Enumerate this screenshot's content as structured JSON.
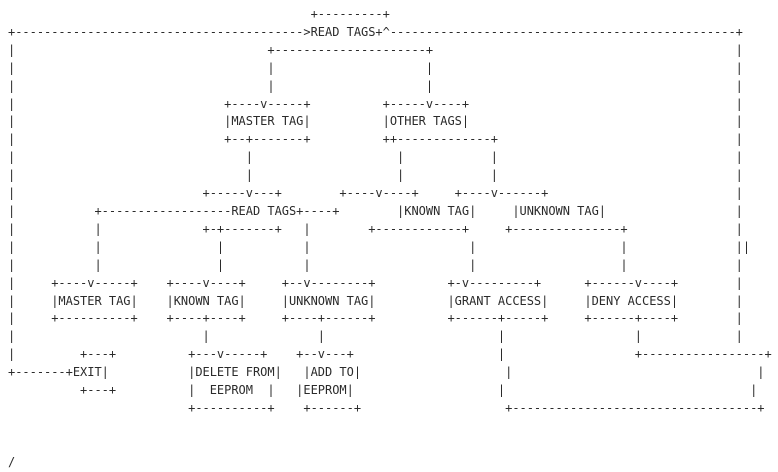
{
  "diagram": {
    "ascii_lines": [
      "                                          +---------+",
      "+---------------------------------------->READ TAGS+^------------------------------------------------+",
      "|                                   +---------------------+                                          |",
      "|                                   |                     |                                          |",
      "|                                   |                     |                                          |",
      "|                             +----v-----+          +-----v----+                                     |",
      "|                             |MASTER TAG|          |OTHER TAGS|                                     |",
      "|                             +--+-------+          ++-------------+                                 |",
      "|                                |                    |            |                                 |",
      "|                                |                    |            |                                 |",
      "|                          +-----v---+        +----v----+     +----v------+                          |",
      "|           +------------------READ TAGS+----+        |KNOWN TAG|     |UNKNOWN TAG|                  |",
      "|           |              +-+-------+   |        +------------+     +---------------+               |",
      "|           |                |           |                      |                    |               ||",
      "|           |                |           |                      |                    |               |",
      "|     +----v-----+    +----v----+     +--v--------+          +-v---------+      +------v----+        |",
      "|     |MASTER TAG|    |KNOWN TAG|     |UNKNOWN TAG|          |GRANT ACCESS|     |DENY ACCESS|        |",
      "|     +----------+    +----+----+     +----+------+          +------+-----+     +------+----+        |",
      "|                          |               |                        |                  |             |",
      "|         +---+          +---v-----+    +--v---+                    |                  +-----------------+",
      "+-------+EXIT|           |DELETE FROM|   |ADD TO|                    |                                  |",
      "          +---+          |  EEPROM  |   |EEPROM|                    |                                  |",
      "                         +----------+    +------+                    +----------------------------------+",
      "",
      "",
      "/"
    ],
    "labels": {
      "read_tags_top": "READ TAGS",
      "master_tag_top": "MASTER TAG",
      "other_tags": "OTHER TAGS",
      "read_tags_mid": "READ TAGS",
      "known_tag_mid": "KNOWN TAG",
      "unknown_tag_mid": "UNKNOWN TAG",
      "master_tag_bottom": "MASTER TAG",
      "known_tag_bottom": "KNOWN TAG",
      "unknown_tag_bottom": "UNKNOWN TAG",
      "grant_access": "GRANT ACCESS",
      "deny_access": "DENY ACCESS",
      "exit": "EXIT",
      "delete_from_eeprom": "DELETE FROM EEPROM",
      "add_to_eeprom": "ADD TO EEPROM"
    }
  }
}
